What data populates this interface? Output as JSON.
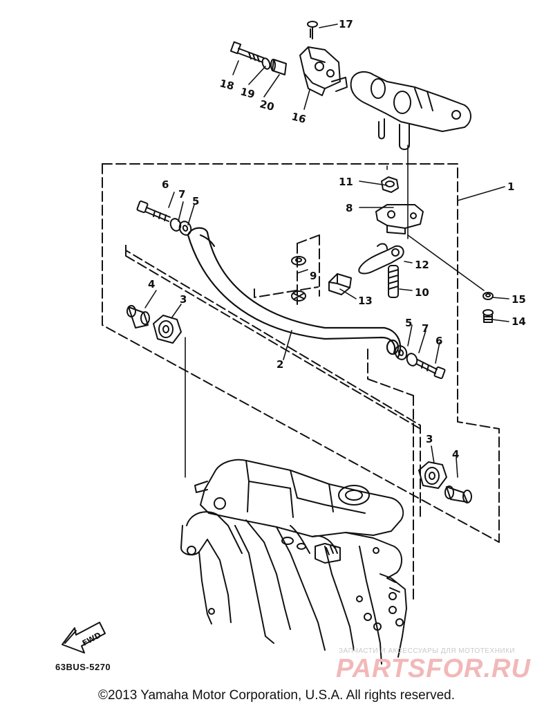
{
  "diagram": {
    "part_numbers": {
      "p1": "1",
      "p2": "2",
      "p3a": "3",
      "p3b": "3",
      "p4a": "4",
      "p4b": "4",
      "p5a": "5",
      "p5b": "5",
      "p6a": "6",
      "p6b": "6",
      "p7a": "7",
      "p7b": "7",
      "p8": "8",
      "p9": "9",
      "p10": "10",
      "p11": "11",
      "p12": "12",
      "p13": "13",
      "p14": "14",
      "p15": "15",
      "p16": "16",
      "p17": "17",
      "p18": "18",
      "p19": "19",
      "p20": "20"
    },
    "fwd_label": "FWD",
    "drawing_code": "63BUS-5270"
  },
  "watermark": {
    "line1": "ЗАПЧАСТИ И АКСЕССУАРЫ ДЛЯ МОТОТЕХНИКИ",
    "brand": "PARTSFOR.RU"
  },
  "footer": {
    "copyright": "©2013 Yamaha Motor Corporation, U.S.A. All rights reserved."
  }
}
